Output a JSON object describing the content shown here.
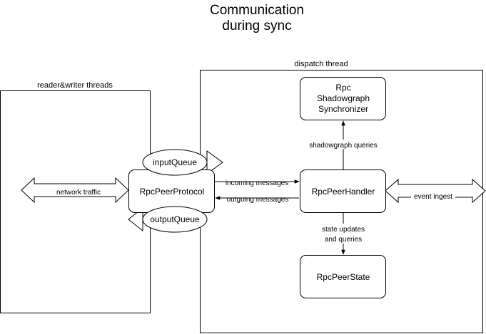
{
  "title": [
    "Communication",
    "during sync"
  ],
  "containers": {
    "reader_writer": "reader&writer threads",
    "dispatch": "dispatch thread"
  },
  "nodes": {
    "synchronizer": [
      "Rpc",
      "Shadowgraph",
      "Synchronizer"
    ],
    "peer_protocol": "RpcPeerProtocol",
    "peer_handler": "RpcPeerHandler",
    "peer_state": "RpcPeerState",
    "input_queue": "inputQueue",
    "output_queue": "outputQueue"
  },
  "edges": {
    "network_traffic": "network traffic",
    "incoming_messages": "incoming messages",
    "outgoing_messages": "outgoing messages",
    "shadowgraph_queries": "shadowgraph queries",
    "state_updates": [
      "state updates",
      "and queries"
    ],
    "event_ingest": "event ingest"
  },
  "colors": {
    "stroke": "#000000",
    "fill": "#ffffff"
  }
}
